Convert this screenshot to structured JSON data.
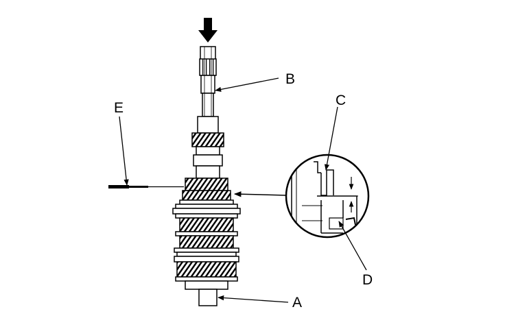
{
  "callouts": {
    "a": "A",
    "b": "B",
    "c": "C",
    "d": "D",
    "e": "E"
  },
  "colors": {
    "line": "#000000",
    "background": "#ffffff"
  },
  "icons": {
    "force_arrow": "down-arrow-icon"
  }
}
